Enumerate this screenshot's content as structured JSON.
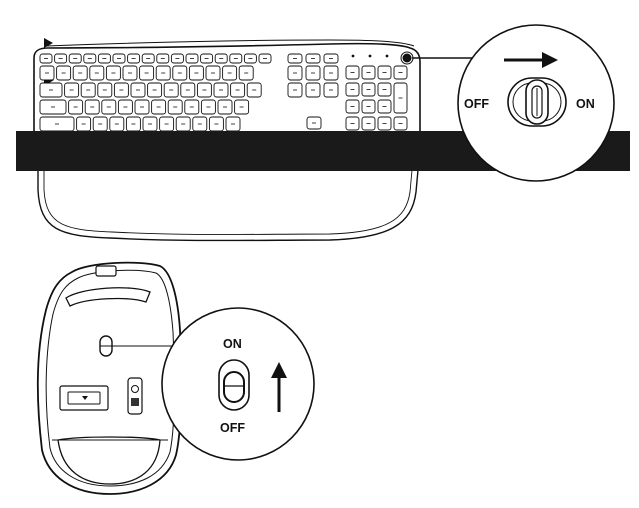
{
  "keyboard_callout": {
    "off_label": "OFF",
    "on_label": "ON",
    "arrow_direction": "right"
  },
  "mouse_callout": {
    "on_label": "ON",
    "off_label": "OFF",
    "arrow_direction": "up"
  },
  "colors": {
    "line": "#111111",
    "band": "#1a1a1a",
    "background": "#ffffff"
  }
}
